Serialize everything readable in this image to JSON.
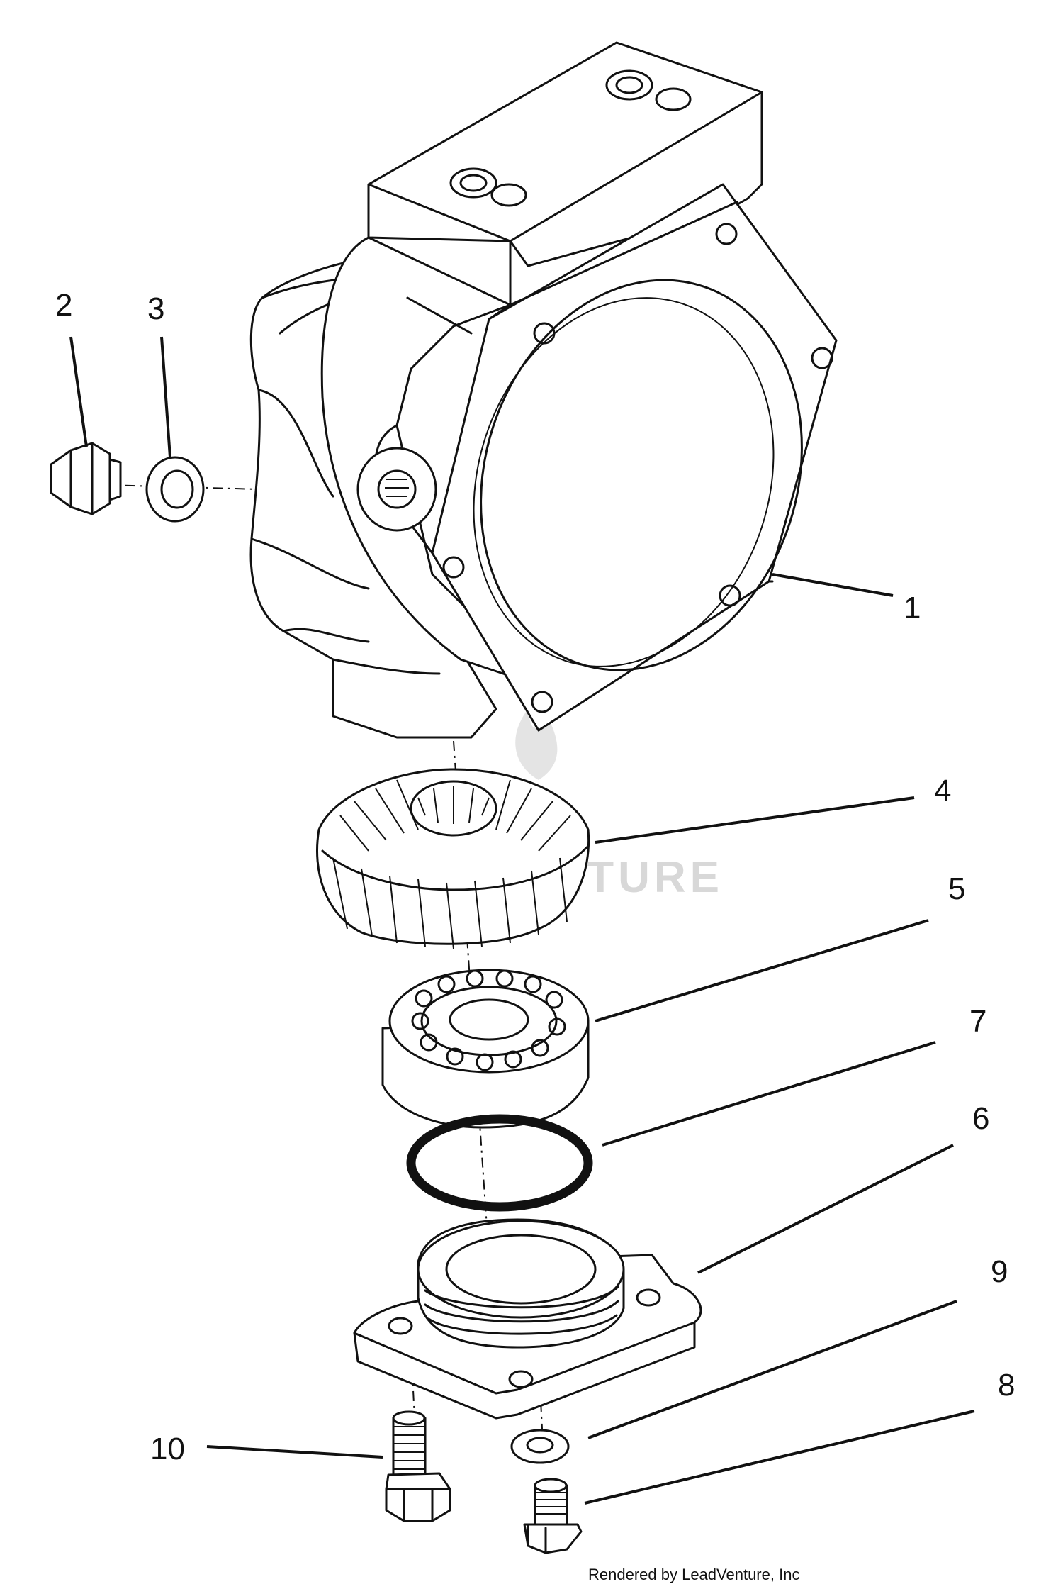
{
  "callouts": [
    "1",
    "2",
    "3",
    "4",
    "5",
    "6",
    "7",
    "8",
    "9",
    "10"
  ],
  "watermark": "LEADVENTURE",
  "credit": "Rendered by LeadVenture, Inc"
}
